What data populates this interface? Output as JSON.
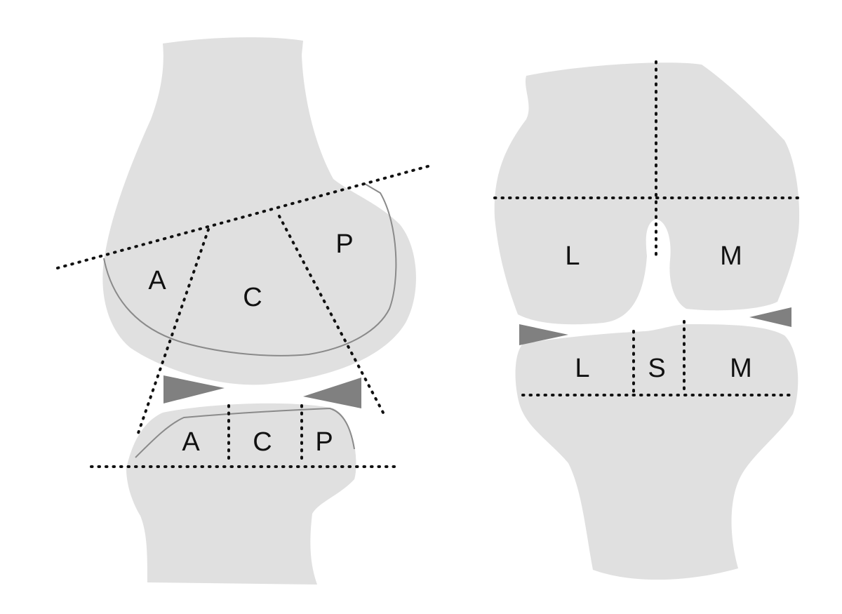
{
  "colors": {
    "bone": "#e0e0e0",
    "cartilage_line": "#8a8a8a",
    "reference_lines": "#111111",
    "joint_space_markers": "#808080",
    "background": "#ffffff"
  },
  "sagittal_view": {
    "femur_labels": {
      "anterior": "A",
      "central": "C",
      "posterior": "P"
    },
    "tibia_labels": {
      "anterior": "A",
      "central": "C",
      "posterior": "P"
    }
  },
  "coronal_view": {
    "femur_labels": {
      "lateral": "L",
      "medial": "M"
    },
    "tibia_labels": {
      "lateral": "L",
      "spine": "S",
      "medial": "M"
    }
  }
}
